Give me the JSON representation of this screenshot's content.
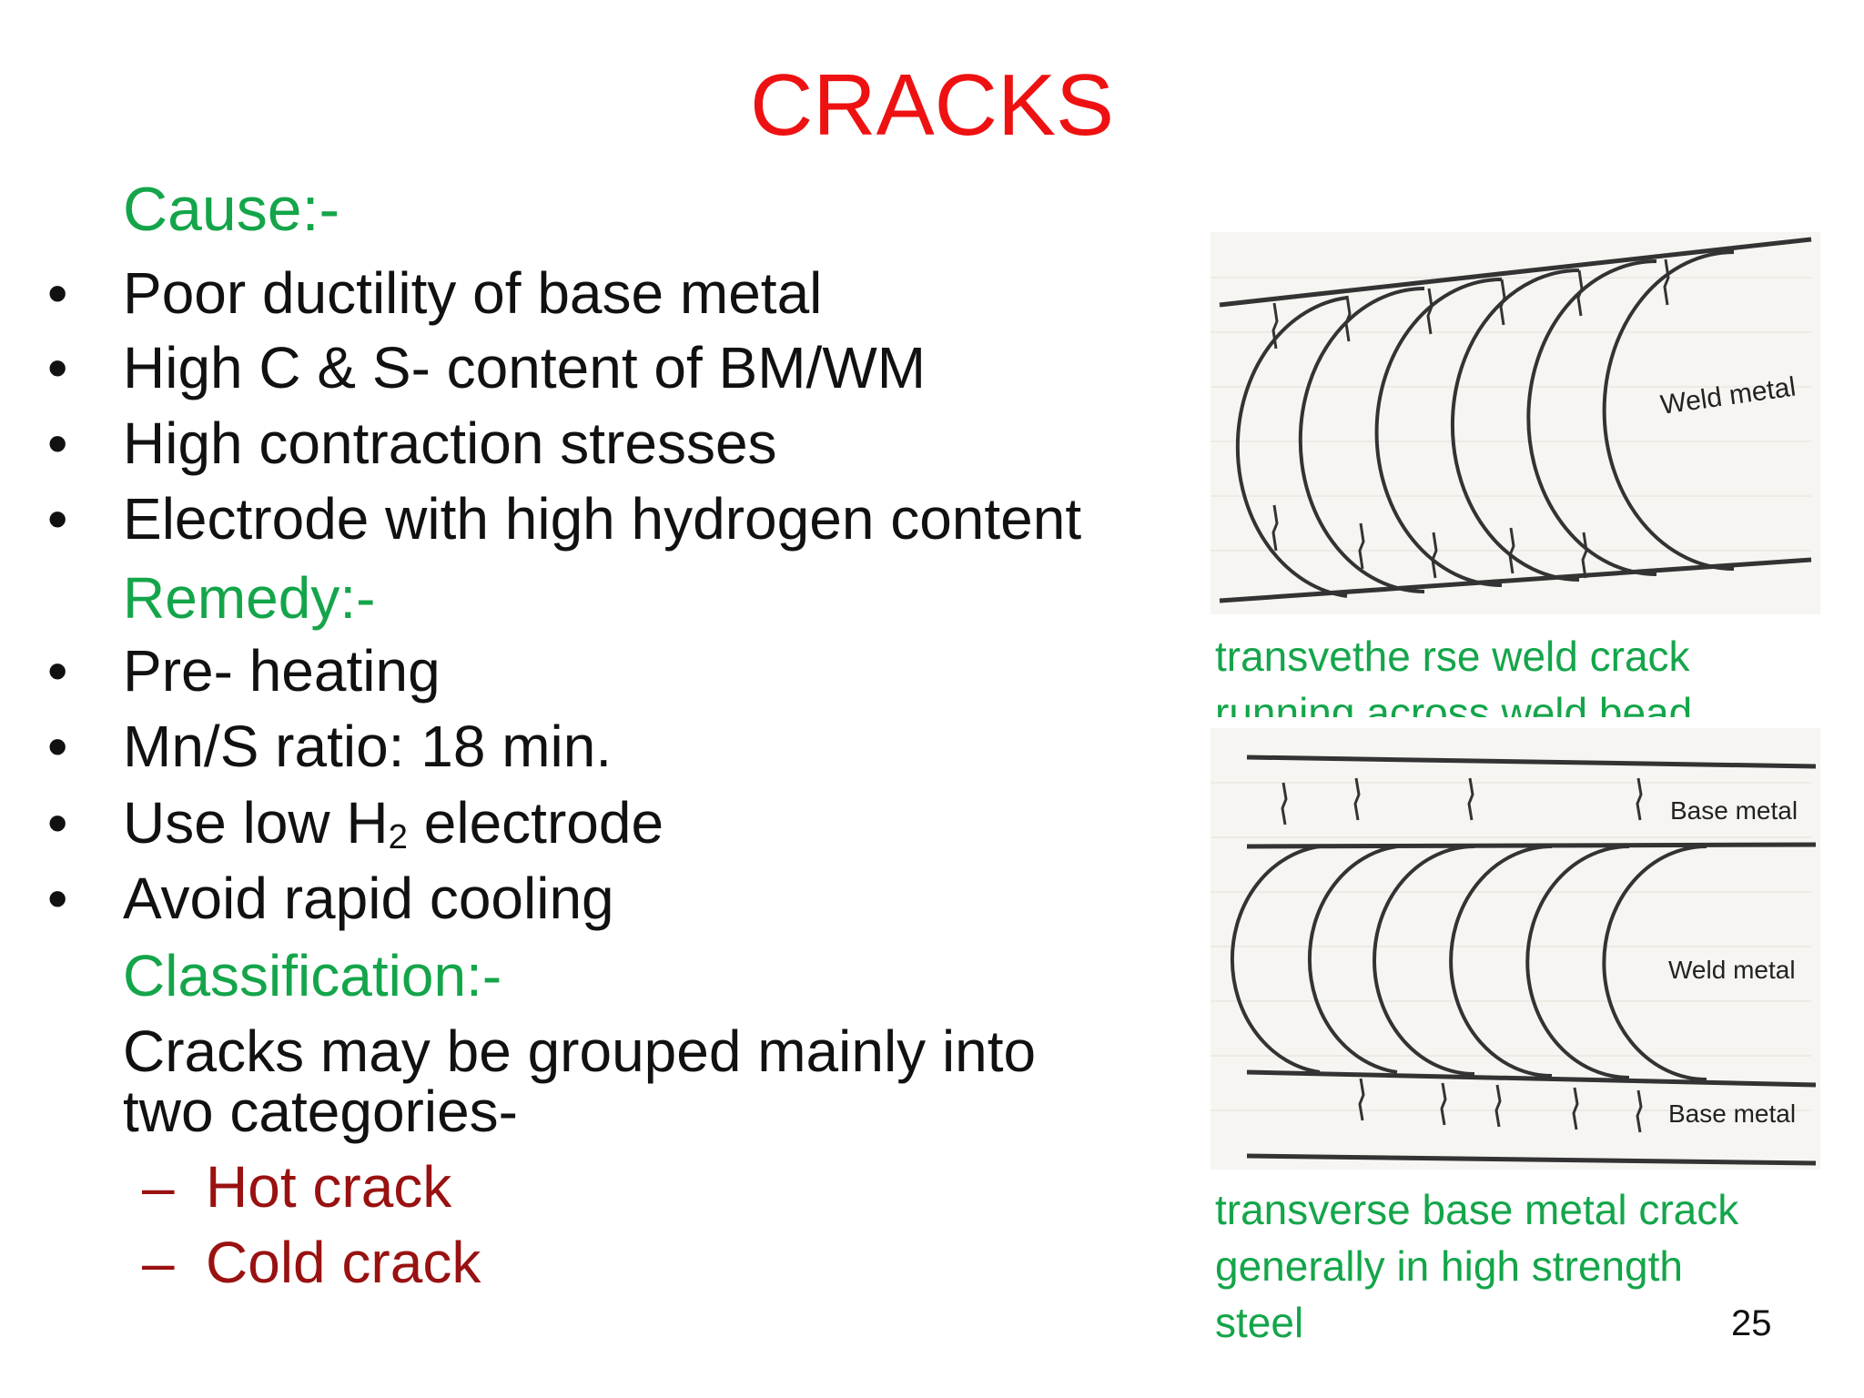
{
  "title": "CRACKS",
  "cause": {
    "heading": "Cause:-",
    "items": [
      "Poor ductility of base metal",
      "High C & S- content of BM/WM",
      "High contraction stresses",
      "Electrode with high hydrogen content"
    ]
  },
  "remedy": {
    "heading": "Remedy:-",
    "items": [
      "Pre- heating",
      "Mn/S ratio: 18 min.",
      "Avoid rapid cooling"
    ],
    "h2_item": {
      "prefix": "Use low H",
      "subscript": "2",
      "suffix": " electrode"
    }
  },
  "classification": {
    "heading": "Classification:-",
    "text_line1": "Cracks may be grouped mainly into",
    "text_line2": "two categories-",
    "types": [
      "Hot crack",
      "Cold crack"
    ]
  },
  "bullet_char": "•",
  "dash_char": "–",
  "figure1": {
    "label": "Weld metal",
    "caption_line1": "transvethe rse weld crack",
    "caption_line2": "running across weld bead"
  },
  "figure2": {
    "label_top": "Base metal",
    "label_mid": "Weld metal",
    "label_bottom": "Base metal",
    "caption_line1": "transverse base metal crack",
    "caption_line2": "generally in high strength",
    "caption_line3": "steel"
  },
  "page_number": "25",
  "colors": {
    "title": "#ee1111",
    "heading": "#14a54a",
    "sub_items": "#991111",
    "caption": "#14a54a"
  }
}
